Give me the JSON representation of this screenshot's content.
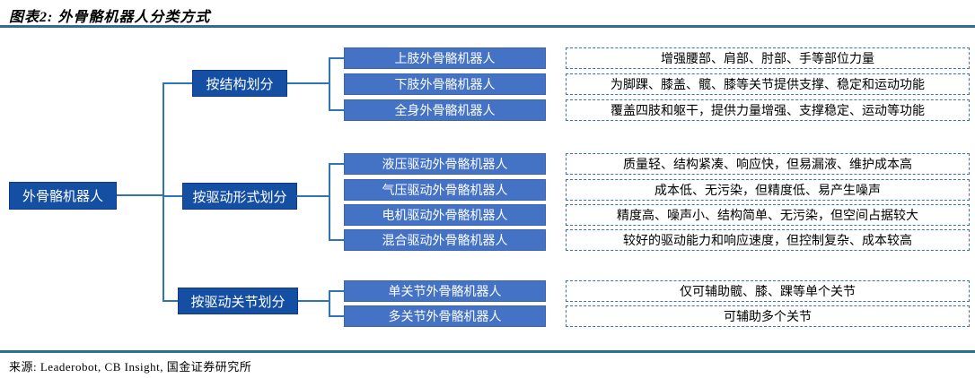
{
  "title": "图表2: 外骨骼机器人分类方式",
  "root": {
    "label": "外骨骼机器人"
  },
  "groups": [
    {
      "category": "按结构划分",
      "items": [
        {
          "label": "上肢外骨骼机器人",
          "desc": "增强腰部、肩部、肘部、手等部位力量"
        },
        {
          "label": "下肢外骨骼机器人",
          "desc": "为脚踝、膝盖、髋、膝等关节提供支撑、稳定和运动功能"
        },
        {
          "label": "全身外骨骼机器人",
          "desc": "覆盖四肢和躯干，提供力量增强、支撑稳定、运动等功能"
        }
      ]
    },
    {
      "category": "按驱动形式划分",
      "items": [
        {
          "label": "液压驱动外骨骼机器人",
          "desc": "质量轻、结构紧凑、响应快，但易漏液、维护成本高"
        },
        {
          "label": "气压驱动外骨骼机器人",
          "desc": "成本低、无污染，但精度低、易产生噪声"
        },
        {
          "label": "电机驱动外骨骼机器人",
          "desc": "精度高、噪声小、结构简单、无污染，但空间占据较大"
        },
        {
          "label": "混合驱动外骨骼机器人",
          "desc": "较好的驱动能力和响应速度，但控制复杂、成本较高"
        }
      ]
    },
    {
      "category": "按驱动关节划分",
      "items": [
        {
          "label": "单关节外骨骼机器人",
          "desc": "仅可辅助髋、膝、踝等单个关节"
        },
        {
          "label": "多关节外骨骼机器人",
          "desc": "可辅助多个关节"
        }
      ]
    }
  ],
  "footer": {
    "source": "来源: Leaderobot, CB Insight, 国金证券研究所"
  },
  "colors": {
    "dark_blue": "#154fa3",
    "mid_blue": "#4472c4",
    "connector": "#2e75b6",
    "dash": "#3b6fc0",
    "rule": "#2e6e91"
  }
}
